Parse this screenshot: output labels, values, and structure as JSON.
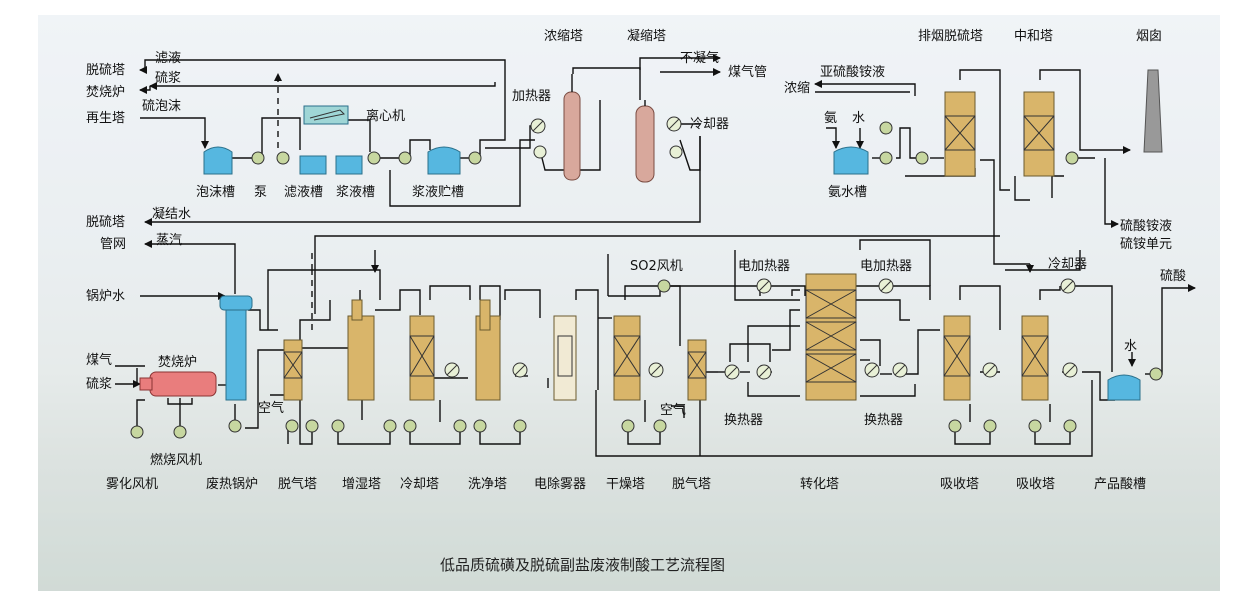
{
  "diagram": {
    "title": "低品质硫磺及脱硫副盐废液制酸工艺流程图",
    "labels": {
      "desulf_tower_out1": "脱硫塔",
      "filtrate": "滤液",
      "sulfur_slurry": "硫浆",
      "incinerator_out": "焚烧炉",
      "regen_tower": "再生塔",
      "sulfur_foam": "硫泡沫",
      "centrifuge": "离心机",
      "foam_tank": "泡沫槽",
      "pump": "泵",
      "filtrate_tank": "滤液槽",
      "slurry_tank": "浆液槽",
      "slurry_storage": "浆液贮槽",
      "desulf_tower_out2": "脱硫塔",
      "condensate": "凝结水",
      "pipe_network": "管网",
      "steam": "蒸汽",
      "concentration_tower": "浓缩塔",
      "condensation_tower": "凝缩塔",
      "non_condensable": "不凝气",
      "gas_pipe": "煤气管",
      "heater": "加热器",
      "cooler1": "冷却器",
      "flue_desulf_tower": "排烟脱硫塔",
      "neutral_tower": "中和塔",
      "chimney": "烟囱",
      "ammonium_sulfite": "亚硫酸铵液",
      "concentrate": "浓缩",
      "ammonia": "氨",
      "water1": "水",
      "ammonia_tank": "氨水槽",
      "ammonium_sulfate": "硫酸铵液",
      "ammonium_unit": "硫铵单元",
      "boiler_water": "锅炉水",
      "gas": "煤气",
      "sulfur_slurry2": "硫浆",
      "incinerator": "焚烧炉",
      "air1": "空气",
      "so2_fan": "SO2风机",
      "electric_heater1": "电加热器",
      "electric_heater2": "电加热器",
      "cooler2": "冷却器",
      "sulfuric_acid": "硫酸",
      "air2": "空气",
      "water2": "水",
      "heat_exchanger1": "换热器",
      "heat_exchanger2": "换热器",
      "atomizing_fan": "雾化风机",
      "combustion_fan": "燃烧风机",
      "waste_heat_boiler": "废热锅炉",
      "degas_tower1": "脱气塔",
      "humidify_tower": "增湿塔",
      "cooling_tower": "冷却塔",
      "washing_tower": "洗净塔",
      "electrostatic_demister": "电除雾器",
      "drying_tower": "干燥塔",
      "degas_tower2": "脱气塔",
      "conversion_tower": "转化塔",
      "absorption_tower1": "吸收塔",
      "absorption_tower2": "吸收塔",
      "product_acid_tank": "产品酸槽"
    }
  },
  "colors": {
    "tank": "#56b7e0",
    "tower": "#d9b56a",
    "evaporator": "#d8a89c",
    "incinerator": "#e97d7d",
    "pump": "#c7d7a0"
  }
}
